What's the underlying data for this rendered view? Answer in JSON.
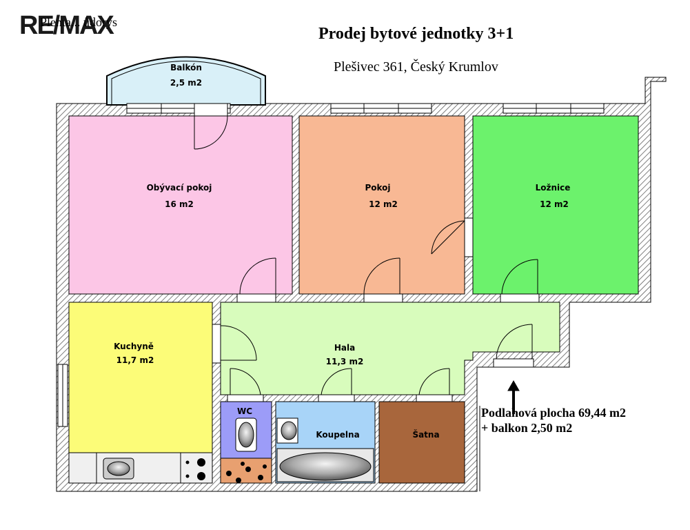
{
  "header": {
    "logo_text": "RE/MAX",
    "overlay_text": "Plenta...   ůdorys",
    "title": "Prodej bytové jednotky 3+1",
    "address": "Plešivec 361, Český Krumlov"
  },
  "rooms": {
    "balkon": {
      "name": "Balkón",
      "area": "2,5 m2",
      "color": "#d9f0f8"
    },
    "obyvaci": {
      "name": "Obývací pokoj",
      "area": "16 m2",
      "color": "#fcc6e6"
    },
    "pokoj": {
      "name": "Pokoj",
      "area": "12 m2",
      "color": "#f8b894"
    },
    "loznice": {
      "name": "Ložnice",
      "area": "12 m2",
      "color": "#6cf26c"
    },
    "kuchyne": {
      "name": "Kuchyně",
      "area": "11,7 m2",
      "color": "#fcfc78"
    },
    "hala": {
      "name": "Hala",
      "area": "11,3 m2",
      "color": "#d8fcbc"
    },
    "wc": {
      "name": "WC",
      "color": "#9c9cf8"
    },
    "koupelna": {
      "name": "Koupelna",
      "color": "#a8d4f8"
    },
    "satna": {
      "name": "Šatna",
      "color": "#a8663c"
    }
  },
  "notes": {
    "floor_area": "Podlahová plocha 69,44 m2",
    "balcony": "+ balkon 2,50 m2"
  }
}
